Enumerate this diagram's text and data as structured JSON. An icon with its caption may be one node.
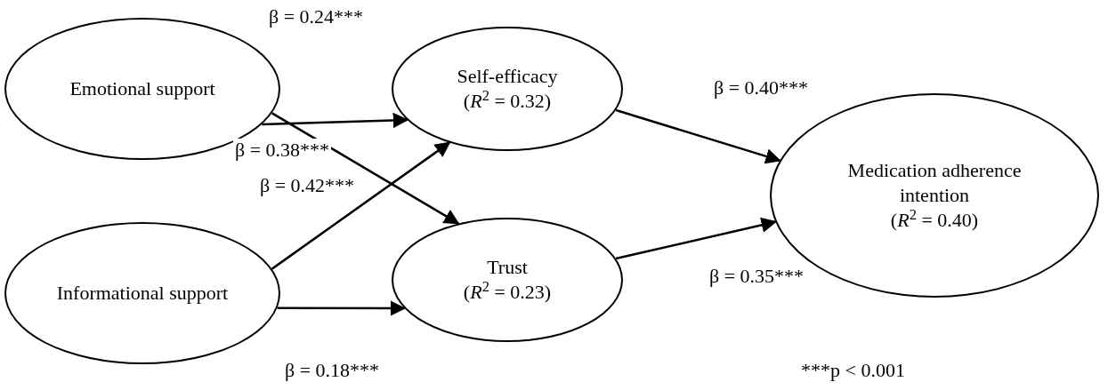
{
  "diagram": {
    "nodes": [
      {
        "text": [
          "Emotional support"
        ]
      },
      {
        "text": [
          "Informational support"
        ]
      },
      {
        "text": [
          "Self-efficacy",
          "(*R*$^{2}$ = 0.32)"
        ]
      },
      {
        "text": [
          "Trust",
          "(*R*$^{2}$ = 0.23)"
        ]
      },
      {
        "text": [
          "Medication adherence intention",
          "(*R*$^{2}$ = 0.40)"
        ]
      }
    ],
    "edges": [
      {
        "from": 0,
        "to": 2,
        "arrow": "to",
        "label": "β = 0.24***"
      },
      {
        "from": 0,
        "to": 3,
        "arrow": "to",
        "label": "β = 0.38***"
      },
      {
        "from": 1,
        "to": 2,
        "arrow": "to",
        "label": "β = 0.42***"
      },
      {
        "from": 1,
        "to": 3,
        "arrow": "to",
        "label": "β = 0.18***"
      },
      {
        "from": 2,
        "to": 4,
        "arrow": "to",
        "label": "β = 0.40***"
      },
      {
        "from": 3,
        "to": 4,
        "arrow": "to",
        "label": "β = 0.35***"
      }
    ],
    "labels": [
      "***p < 0.001"
    ]
  }
}
